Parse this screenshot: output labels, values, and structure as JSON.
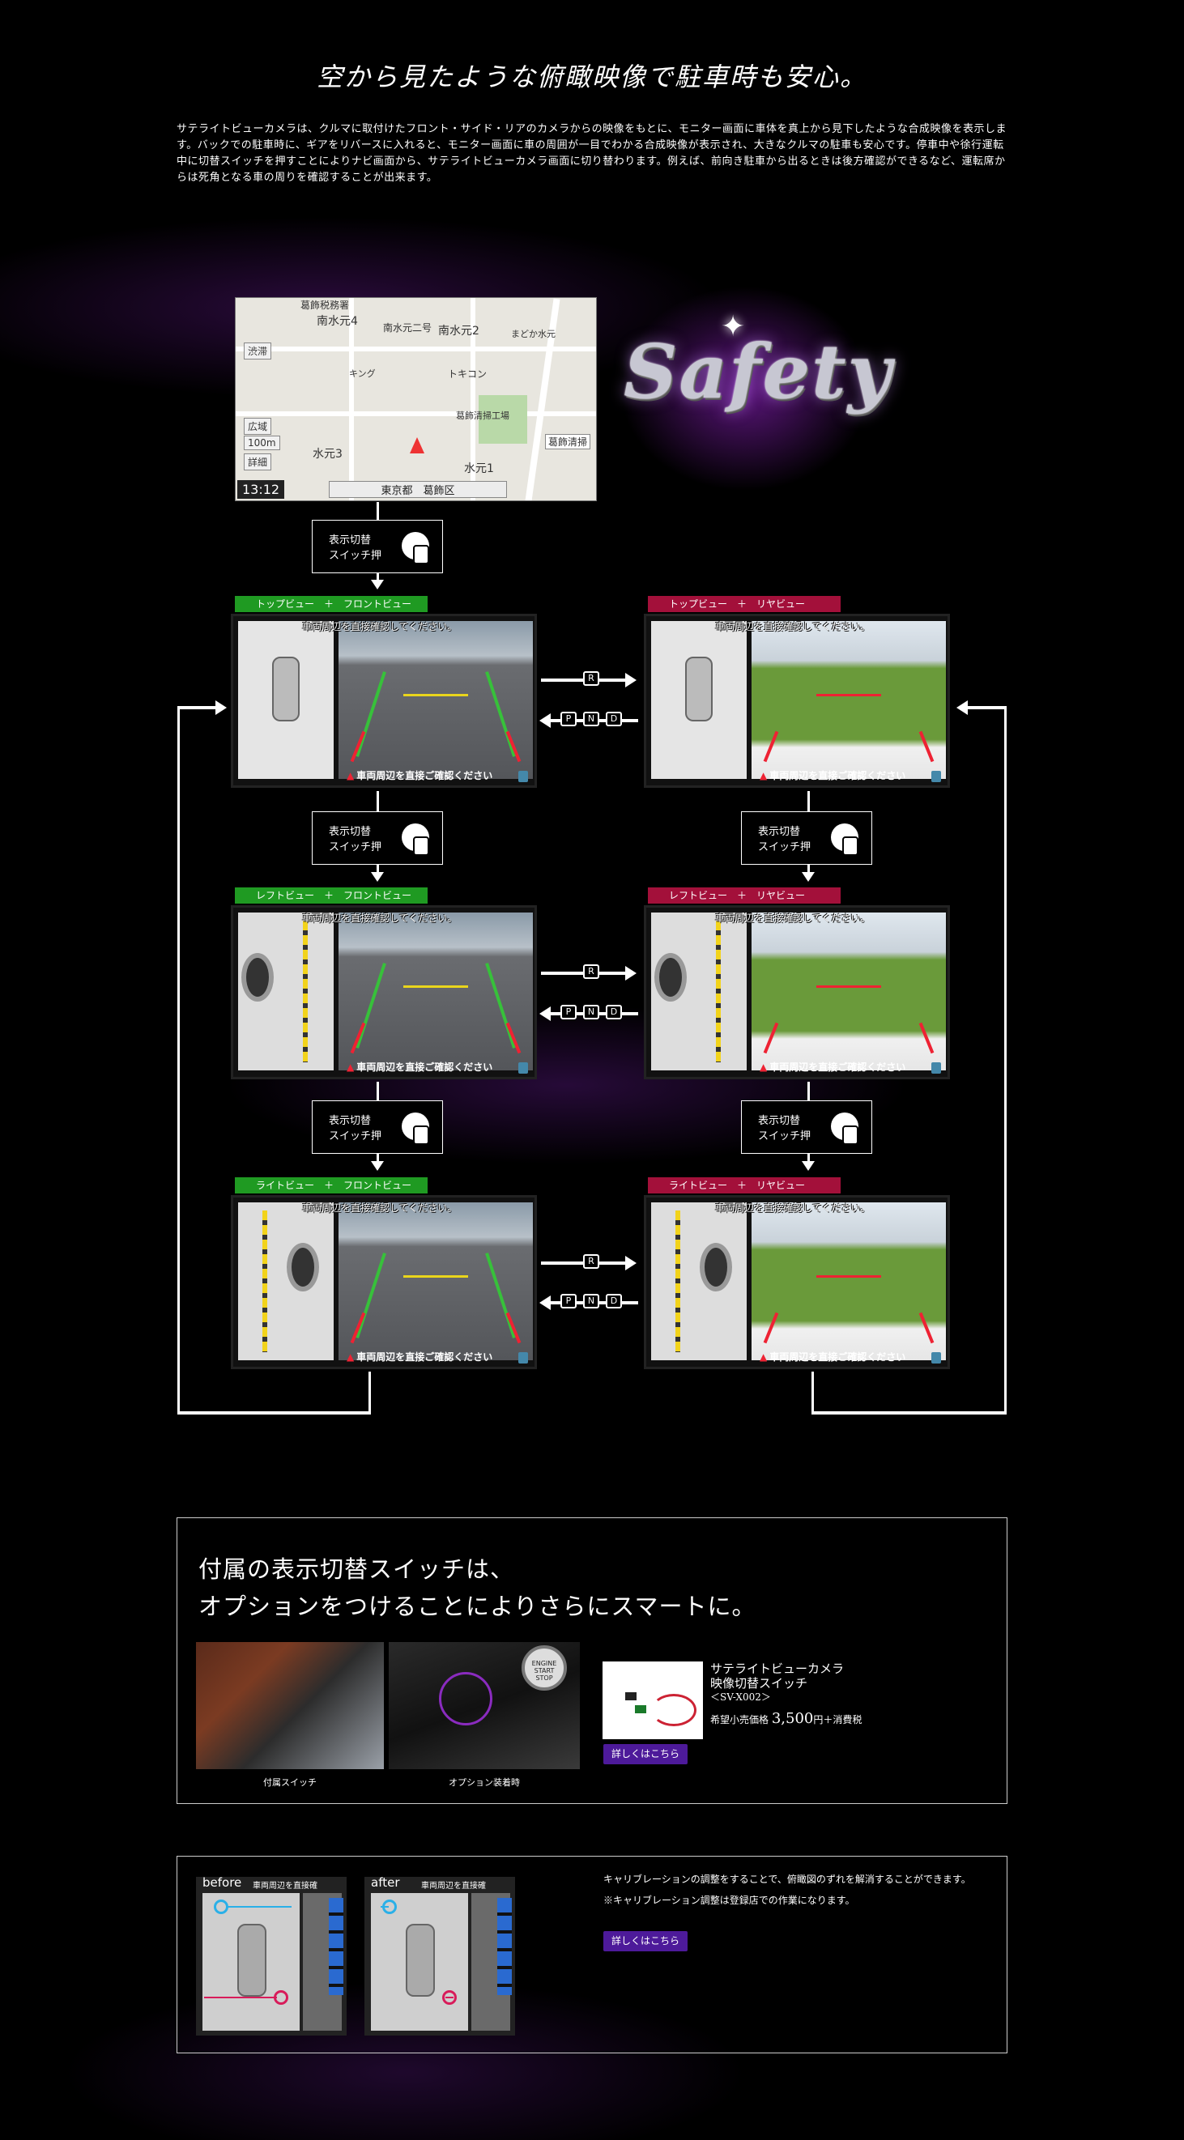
{
  "hero": {
    "title": "空から見たような俯瞰映像で駐車時も安心。",
    "description": "サテライトビューカメラは、クルマに取付けたフロント・サイド・リアのカメラからの映像をもとに、モニター画面に車体を真上から見下したような合成映像を表示します。バックでの駐車時に、ギアをリバースに入れると、モニター画面に車の周囲が一目でわかる合成映像が表示され、大きなクルマの駐車も安心です。停車中や徐行運転中に切替スイッチを押すことによりナビ画面から、サテライトビューカメラ画面に切り替わります。例えば、前向き駐車から出るときは後方確認ができるなど、運転席からは死角となる車の周りを確認することが出来ます。",
    "safety_logo": "Safety"
  },
  "map": {
    "labels": [
      "葛飾税務署",
      "南水元4",
      "南水元二号",
      "南水元2",
      "まどか水元",
      "キング",
      "トキコン",
      "葛飾清掃工場",
      "葛飾清掃",
      "水元3",
      "水元1"
    ],
    "btn_traffic": "渋滞",
    "btn_wide": "広域",
    "scale": "100m",
    "btn_detail": "詳細",
    "time": "13:12",
    "place": "東京都　葛飾区"
  },
  "switch_label": "表示切替\nスイッチ押",
  "switch_line1": "表示切替",
  "switch_line2": "スイッチ押",
  "panels": {
    "top_front": "トップビュー　＋　フロントビュー",
    "top_rear": "トップビュー　＋　リヤビュー",
    "left_front": "レフトビュー　＋　フロントビュー",
    "left_rear": "レフトビュー　＋　リヤビュー",
    "right_front": "ライトビュー　＋　フロントビュー",
    "right_rear": "ライトビュー　＋　リヤビュー",
    "caption_top": "車両周辺を直接確認してください。",
    "caption_bottom": "車両周辺を直接ご確認ください"
  },
  "gears": {
    "r": "R",
    "p": "P",
    "n": "N",
    "d": "D"
  },
  "option": {
    "title_line1": "付属の表示切替スイッチは、",
    "title_line2": "オプションをつけることによりさらにスマートに。",
    "photo1_caption": "付属スイッチ",
    "photo2_caption": "オプション装着時",
    "start_button": "ENGINE START STOP",
    "product_name_line1": "サテライトビューカメラ",
    "product_name_line2": "映像切替スイッチ",
    "product_code": "＜SV-X002＞",
    "price_prefix": "希望小売価格",
    "price_value": "3,500",
    "price_suffix": "円＋消費税",
    "details_button": "詳しくはこちら"
  },
  "calibration": {
    "before_label": "before",
    "after_label": "after",
    "screen_header": "車両周辺を直接確",
    "text1": "キャリブレーションの調整をすることで、俯瞰図のずれを解消することができます。",
    "text2": "※キャリブレーション調整は登録店での作業になります。",
    "details_button": "詳しくはこちら"
  },
  "colors": {
    "tag_green": "#1f9a22",
    "tag_red": "#a3103a",
    "button_purple": "#4d1a9a",
    "background": "#000000"
  }
}
